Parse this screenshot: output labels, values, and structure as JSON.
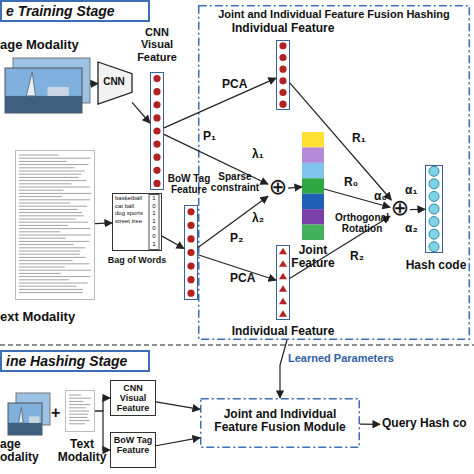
{
  "diagram": {
    "nodes": [
      {
        "text": [
          "e Training Stage"
        ]
      },
      {
        "text": [
          "age Modality"
        ]
      },
      {
        "text": [
          "CNN"
        ]
      },
      {
        "text": [
          "CNN Visual Feature"
        ]
      },
      {
        "text": [
          "Joint and Individual Feature Fusion Hashing"
        ]
      },
      {
        "text": [
          "Individual Feature"
        ],
        "in": 4
      },
      {
        "text": [
          "⊕"
        ],
        "in": 4
      },
      {
        "text": [
          "Joint Feature"
        ],
        "in": 4
      },
      {
        "text": [
          "⊕"
        ],
        "in": 4
      },
      {
        "text": [
          "Hash code"
        ],
        "in": 4
      },
      {
        "text": [
          "Individual Feature"
        ],
        "in": 4
      },
      {
        "text": [
          "ext Modality"
        ]
      },
      {
        "text": [
          "basketball cat ball dog sports street tree",
          "1 0 1 1 0 0 1",
          "Bag of Words"
        ]
      },
      {
        "text": [
          "BoW Tag Feature"
        ]
      },
      {
        "text": [
          "ine Hashing Stage"
        ]
      },
      {
        "text": [
          "age odality"
        ]
      },
      {
        "text": [
          "Text Modality"
        ]
      },
      {
        "text": [
          "CNN Visual Feature"
        ]
      },
      {
        "text": [
          "BoW Tag Feature"
        ]
      },
      {
        "text": [
          "Joint and Individual Feature Fusion Module"
        ]
      },
      {
        "text": [
          "Query Hash co"
        ]
      }
    ],
    "edges": [
      {
        "from": 1,
        "to": 2,
        "arrow": "to"
      },
      {
        "from": 2,
        "to": 3,
        "arrow": "to"
      },
      {
        "from": 3,
        "to": 5,
        "label": "PCA",
        "arrow": "to"
      },
      {
        "from": 3,
        "to": 6,
        "label": "P₁",
        "arrow": "to"
      },
      {
        "from": 13,
        "to": 6,
        "label": "P₂",
        "arrow": "to"
      },
      {
        "from": 6,
        "to": 7,
        "arrow": "to"
      },
      {
        "from": 13,
        "to": 10,
        "label": "PCA",
        "arrow": "to"
      },
      {
        "from": 5,
        "to": 8,
        "label": "R₁",
        "arrow": "to"
      },
      {
        "from": 7,
        "to": 8,
        "label": "R₀",
        "arrow": "to"
      },
      {
        "from": 10,
        "to": 8,
        "label": "R₂",
        "arrow": "to"
      },
      {
        "from": 8,
        "to": 9,
        "arrow": "to"
      },
      {
        "from": 11,
        "to": 12,
        "arrow": "to"
      },
      {
        "from": 12,
        "to": 13,
        "arrow": "to"
      },
      {
        "from": 4,
        "to": 19,
        "label": "Learned Parameters",
        "arrow": "to"
      },
      {
        "from": 16,
        "to": 17,
        "arrow": "to"
      },
      {
        "from": 16,
        "to": 18,
        "arrow": "to"
      },
      {
        "from": 17,
        "to": 19,
        "arrow": "to"
      },
      {
        "from": 18,
        "to": 19,
        "arrow": "to"
      },
      {
        "from": 19,
        "to": 20,
        "arrow": "to"
      }
    ],
    "labels": [
      "Sparse constraint",
      "λ₁",
      "λ₂",
      "Orthogonal Rotation",
      "α₁",
      "α₀",
      "α₂",
      "+"
    ]
  }
}
